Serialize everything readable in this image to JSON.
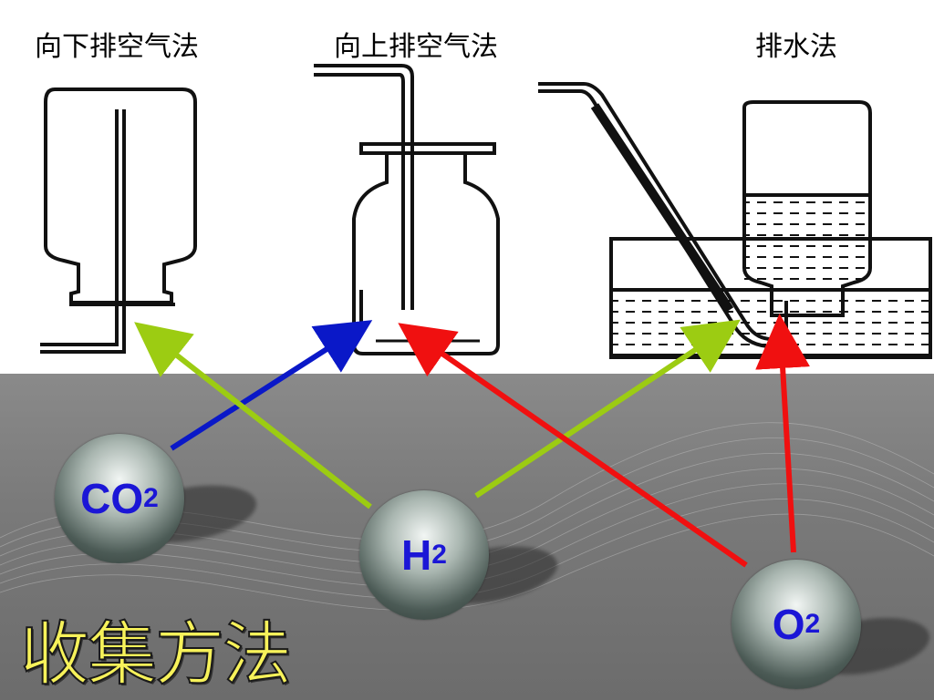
{
  "methods": {
    "downward_air": "向下排空气法",
    "upward_air": "向上排空气法",
    "water": "排水法"
  },
  "gases": {
    "co2": {
      "main": "CO",
      "sub": "2"
    },
    "h2": {
      "main": "H",
      "sub": "2"
    },
    "o2": {
      "main": "O",
      "sub": "2"
    }
  },
  "title": "收集方法",
  "colors": {
    "co2_arrow": "#0a18c8",
    "h2_arrow": "#9ccc12",
    "o2_arrow": "#f01010",
    "formula_text": "#1b16d6",
    "title_text": "#f7f25a"
  }
}
